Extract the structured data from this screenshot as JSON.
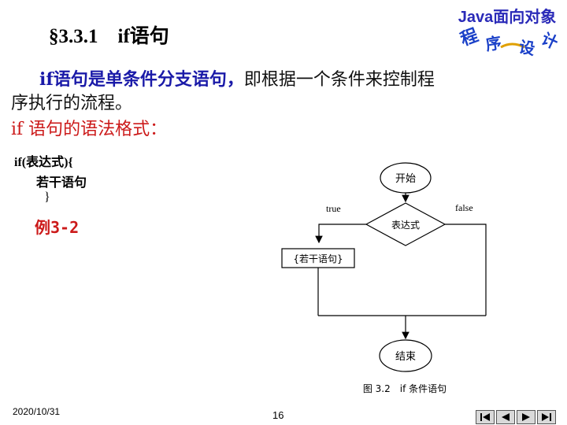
{
  "slide": {
    "title": "§3.3.1　if语句"
  },
  "logo": {
    "top_text": "Java面向对象",
    "chars": [
      "程",
      "序",
      "设",
      "计"
    ]
  },
  "intro": {
    "line1_bold": "if语句是单条件分支语句，",
    "line1_rest": "即根据一个条件来控制程",
    "line2": "序执行的流程。"
  },
  "syntax": {
    "heading": "if 语句的语法格式：",
    "code_line1": "if(表达式){",
    "code_line2": "若干语句",
    "code_line3": "}"
  },
  "example": {
    "label": "例3-2"
  },
  "flowchart": {
    "start_label": "开始",
    "condition_label": "表达式",
    "true_label": "true",
    "false_label": "false",
    "statements_label": "{若干语句}",
    "end_label": "结束",
    "caption": "图 3.2　if 条件语句"
  },
  "footer": {
    "date": "2020/10/31",
    "page": "16"
  },
  "nav": {
    "icons": [
      "first-page-icon",
      "previous-page-icon",
      "next-page-icon",
      "last-page-icon"
    ]
  }
}
